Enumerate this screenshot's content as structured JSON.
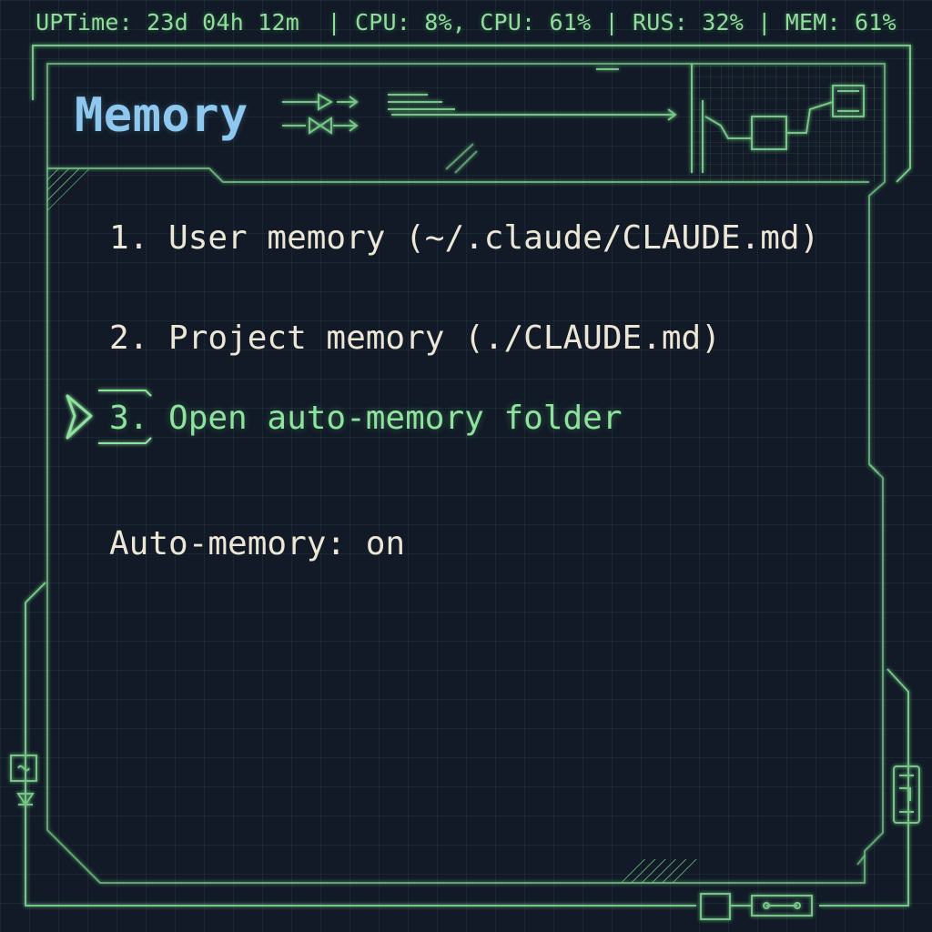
{
  "status_bar": {
    "uptime": "UPTime: 23d 04h 12m ",
    "cpu_1": "CPU: 8%, CPU: 61%",
    "rus": "RUS: 32%",
    "mem": "MEM: 61%"
  },
  "panel": {
    "title": "Memory"
  },
  "menu": {
    "items": [
      {
        "label": "1. User memory (~/.claude/CLAUDE.md)"
      },
      {
        "label": "2. Project memory (./CLAUDE.md)"
      },
      {
        "label": "3. Open auto-memory folder"
      }
    ],
    "selected_index": 2
  },
  "auto_memory": {
    "status": "Auto-memory: on"
  },
  "colors": {
    "background": "#111a26",
    "frame_green": "#7fd98f",
    "title_blue": "#8fc8ee",
    "text_cream": "#ece6d6",
    "selected_green": "#8fe39e"
  },
  "icons": [
    "selector-chevron-icon",
    "circuit-chip-icon",
    "signal-arrow-icon",
    "diode-icon",
    "resistor-icon",
    "circuit-board-icon"
  ]
}
